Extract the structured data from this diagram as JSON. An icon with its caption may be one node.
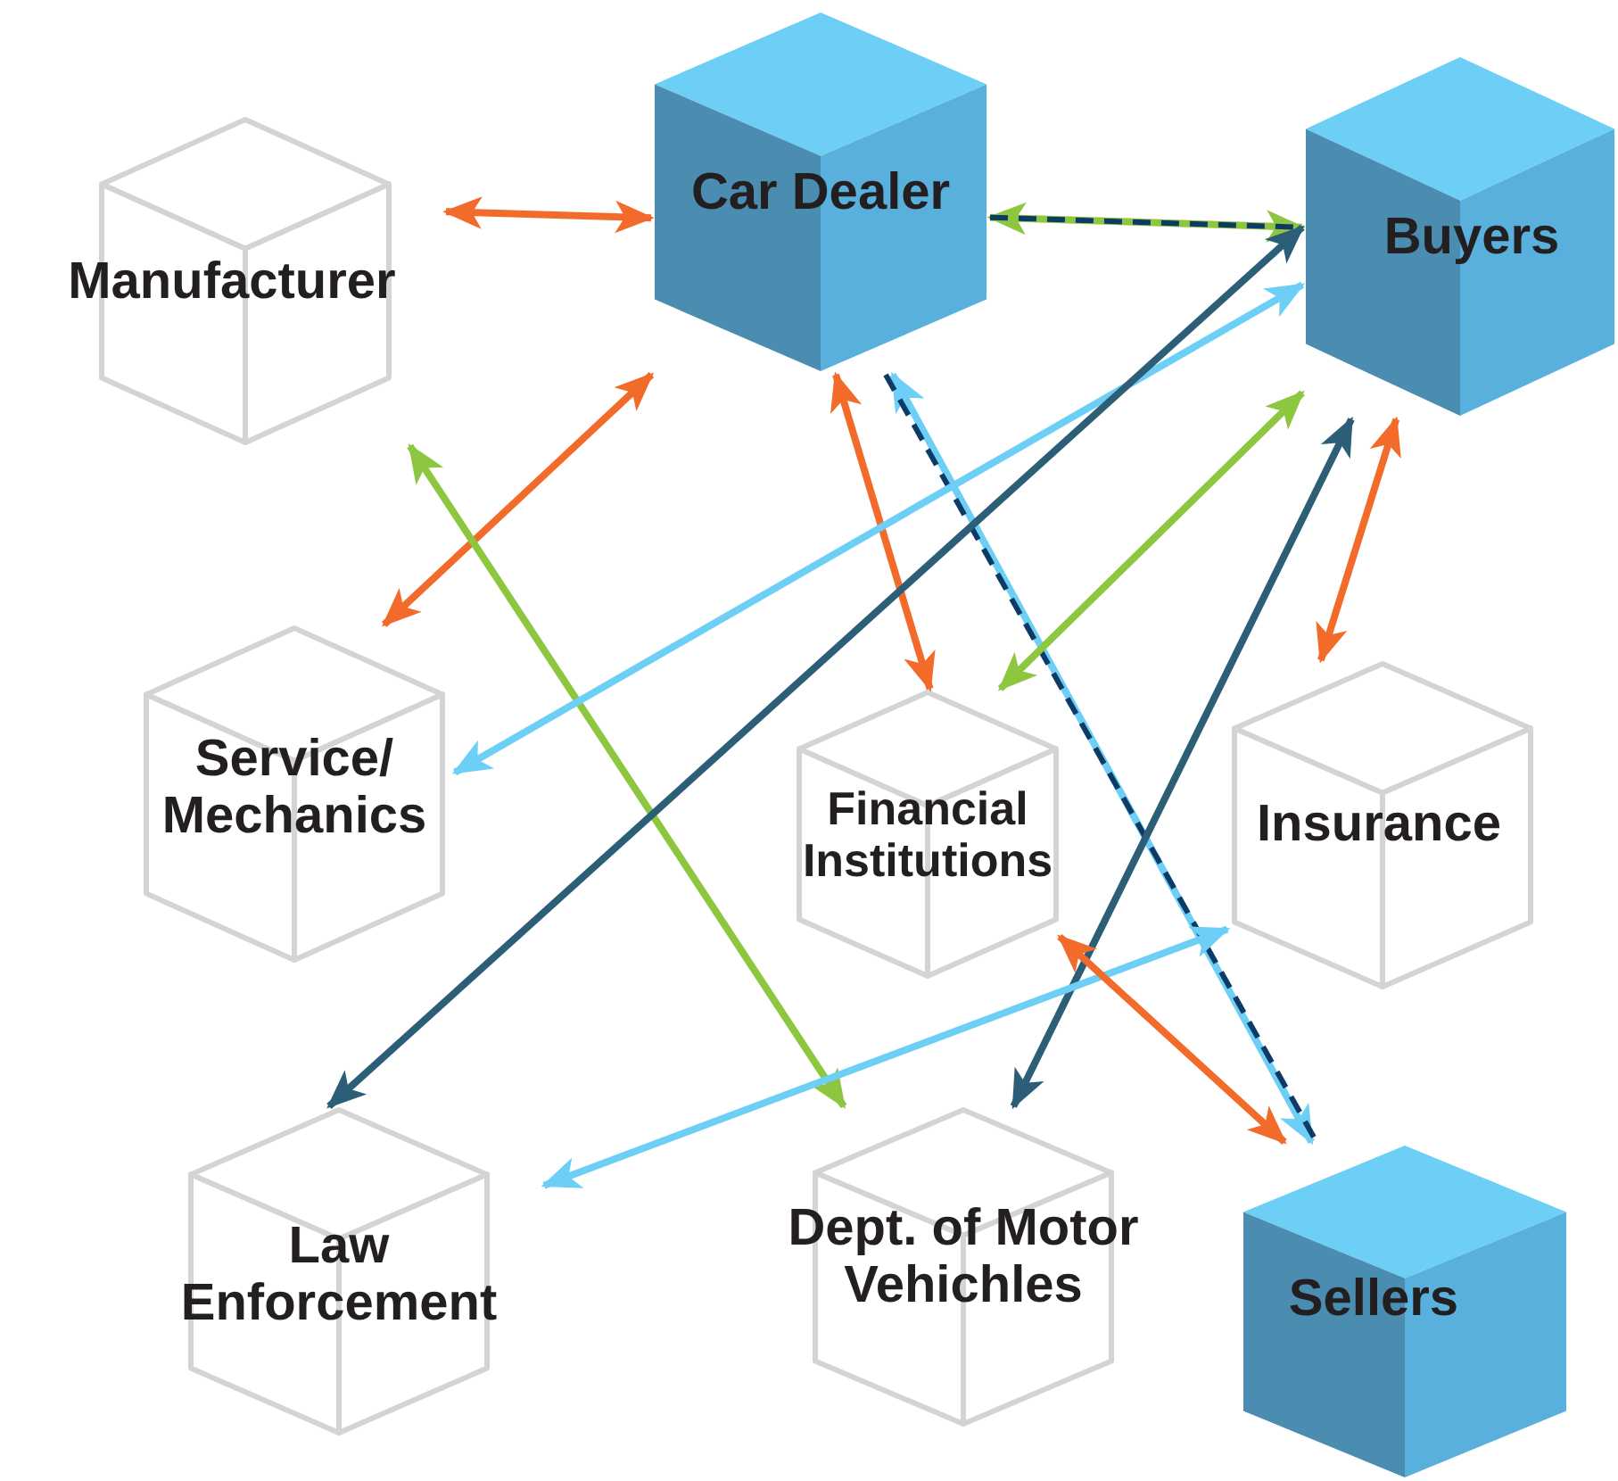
{
  "diagram": {
    "nodes": [
      {
        "text": [
          "Manufacturer"
        ]
      },
      {
        "text": [
          "Car Dealer"
        ]
      },
      {
        "text": [
          "Buyers"
        ]
      },
      {
        "text": [
          "Service/ Mechanics"
        ]
      },
      {
        "text": [
          "Financial Institutions"
        ]
      },
      {
        "text": [
          "Insurance"
        ]
      },
      {
        "text": [
          "Law Enforcement"
        ]
      },
      {
        "text": [
          "Dept. of Motor Vehichles"
        ]
      },
      {
        "text": [
          "Sellers"
        ]
      }
    ],
    "edges": [
      {
        "from": 0,
        "to": 1,
        "arrow": "both"
      },
      {
        "from": 1,
        "to": 2,
        "arrow": "both",
        "color": "#8dc63f"
      },
      {
        "from": 1,
        "to": 2,
        "arrow": "none",
        "style": "dashed",
        "color": "#0d3b66"
      },
      {
        "from": 1,
        "to": 3,
        "arrow": "both"
      },
      {
        "from": 0,
        "to": 7,
        "arrow": "both",
        "color": "#8dc63f"
      },
      {
        "from": 1,
        "to": 4,
        "arrow": "both"
      },
      {
        "from": 1,
        "to": 8,
        "arrow": "both",
        "color": "#6dcff6"
      },
      {
        "from": 1,
        "to": 8,
        "arrow": "none",
        "style": "dashed",
        "color": "#0d3b66"
      },
      {
        "from": 2,
        "to": 3,
        "arrow": "both",
        "color": "#6dcff6"
      },
      {
        "from": 2,
        "to": 6,
        "arrow": "both",
        "color": "#2c5f77"
      },
      {
        "from": 2,
        "to": 4,
        "arrow": "both",
        "color": "#8dc63f"
      },
      {
        "from": 2,
        "to": 7,
        "arrow": "both",
        "color": "#2c5f77"
      },
      {
        "from": 2,
        "to": 5,
        "arrow": "both"
      },
      {
        "from": 6,
        "to": 5,
        "arrow": "both",
        "color": "#6dcff6"
      },
      {
        "from": 4,
        "to": 8,
        "arrow": "both"
      }
    ]
  }
}
